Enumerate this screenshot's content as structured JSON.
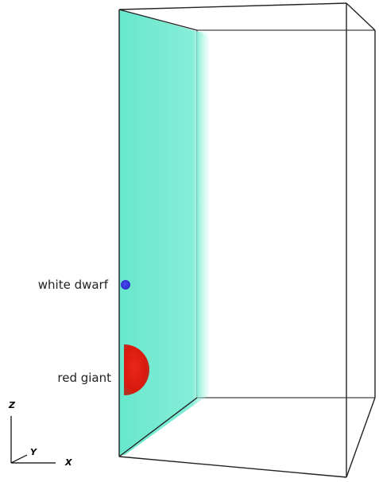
{
  "labels": {
    "white_dwarf": "white dwarf",
    "red_giant": "red giant"
  },
  "axes": {
    "z": "Z",
    "y": "Y",
    "x": "X"
  },
  "colors": {
    "background": "#ffffff",
    "box_edges": "#000000",
    "slab": "#62e8cc",
    "white_dwarf": "#3a3ae0",
    "red_giant": "#e01e10"
  }
}
